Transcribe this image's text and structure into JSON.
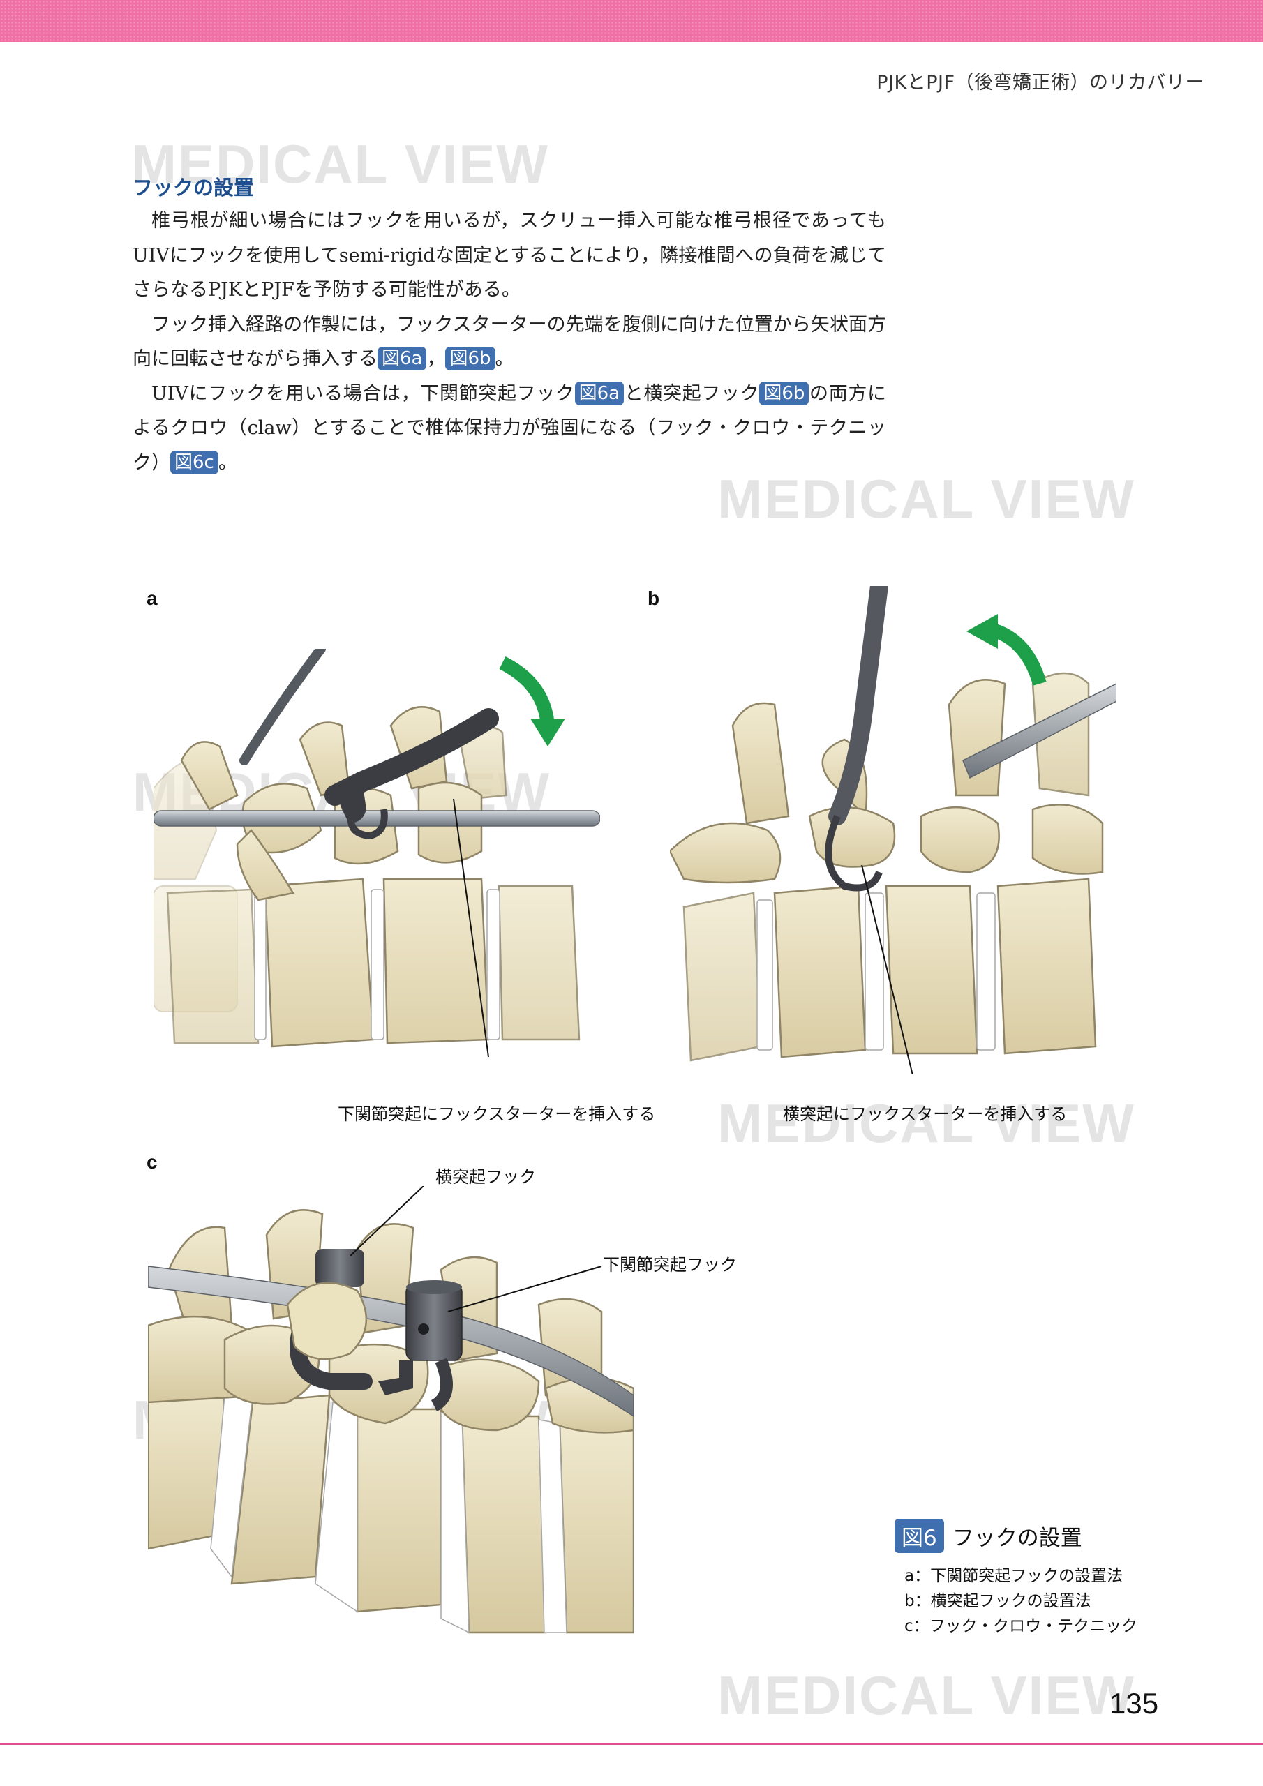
{
  "header": {
    "running_head": "PJKとPJF（後弯矯正術）のリカバリー"
  },
  "watermark": {
    "text": "MEDICAL VIEW"
  },
  "section": {
    "title": "フックの設置"
  },
  "body": {
    "p1": "椎弓根が細い場合にはフックを用いるが，スクリュー挿入可能な椎弓根径であってもUIVにフックを使用してsemi-rigidな固定とすることにより，隣接椎間への負荷を減じてさらなるPJKとPJFを予防する可能性がある。",
    "p2_a": "フック挿入経路の作製には，フックスターターの先端を腹側に向けた位置から矢状面方向に回転させながら挿入する",
    "p2_b": "，",
    "p2_c": "。",
    "p3_a": "UIVにフックを用いる場合は，下関節突起フック",
    "p3_b": "と横突起フック",
    "p3_c": "の両方によるクロウ（claw）とすることで椎体保持力が強固になる（フック・クロウ・テクニック）",
    "p3_d": "。",
    "refs": {
      "fig6a": "図6a",
      "fig6b": "図6b",
      "fig6c": "図6c"
    }
  },
  "figure": {
    "panels": {
      "a": "a",
      "b": "b",
      "c": "c"
    },
    "labels": {
      "a": "下関節突起にフックスターターを挿入する",
      "b": "横突起にフックスターターを挿入する",
      "c_transverse": "横突起フック",
      "c_inferior": "下関節突起フック"
    },
    "caption": {
      "badge": "図6",
      "title": "フックの設置",
      "items": [
        "a：下関節突起フックの設置法",
        "b：横突起フックの設置法",
        "c：フック・クロウ・テクニック"
      ]
    }
  },
  "page": {
    "number": "135"
  },
  "colors": {
    "header_band": "#f06fa4",
    "title_blue": "#1e4f8f",
    "ref_badge": "#3f6fae",
    "bone": "#ece3c4",
    "bone_shadow": "#c9bd96",
    "rod": "#a9afb6",
    "instrument_dark": "#3b3d42",
    "arrow_green": "#1ea04a"
  }
}
